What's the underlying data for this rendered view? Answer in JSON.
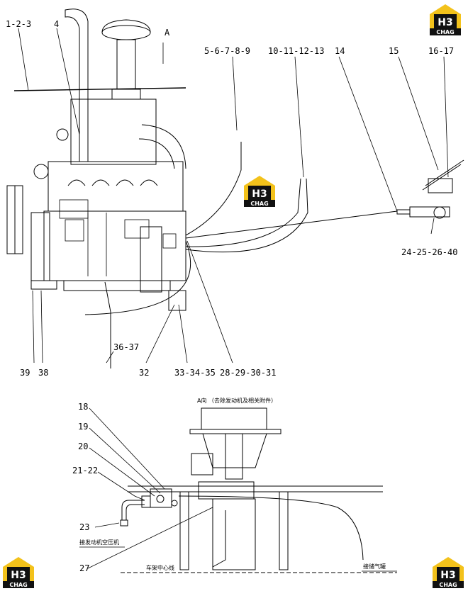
{
  "brand": {
    "logo_letters": "H3",
    "logo_word": "CHAG",
    "yellow": "#f3c21b",
    "dark": "#111111"
  },
  "callouts_top": [
    {
      "id": "c-1-2-3",
      "text": "1-2-3"
    },
    {
      "id": "c-4",
      "text": "4"
    },
    {
      "id": "c-A",
      "text": "A"
    },
    {
      "id": "c-5-9",
      "text": "5-6-7-8-9"
    },
    {
      "id": "c-10-13",
      "text": "10-11-12-13"
    },
    {
      "id": "c-14",
      "text": "14"
    },
    {
      "id": "c-15",
      "text": "15"
    },
    {
      "id": "c-16-17",
      "text": "16-17"
    },
    {
      "id": "c-24-40",
      "text": "24-25-26-40"
    },
    {
      "id": "c-36-37",
      "text": "36-37"
    },
    {
      "id": "c-39",
      "text": "39"
    },
    {
      "id": "c-38",
      "text": "38"
    },
    {
      "id": "c-32",
      "text": "32"
    },
    {
      "id": "c-33-35",
      "text": "33-34-35"
    },
    {
      "id": "c-28-31",
      "text": "28-29-30-31"
    }
  ],
  "callouts_bottom": [
    {
      "id": "c-18",
      "text": "18"
    },
    {
      "id": "c-19",
      "text": "19"
    },
    {
      "id": "c-20",
      "text": "20"
    },
    {
      "id": "c-21-22",
      "text": "21-22"
    },
    {
      "id": "c-23",
      "text": "23"
    },
    {
      "id": "c-27",
      "text": "27"
    }
  ],
  "notes": {
    "view_title": "A向 （去除发动机及相关附件）",
    "compressor": "接发动机空压机",
    "frame_center": "车架中心线",
    "tank": "接储气罐"
  }
}
